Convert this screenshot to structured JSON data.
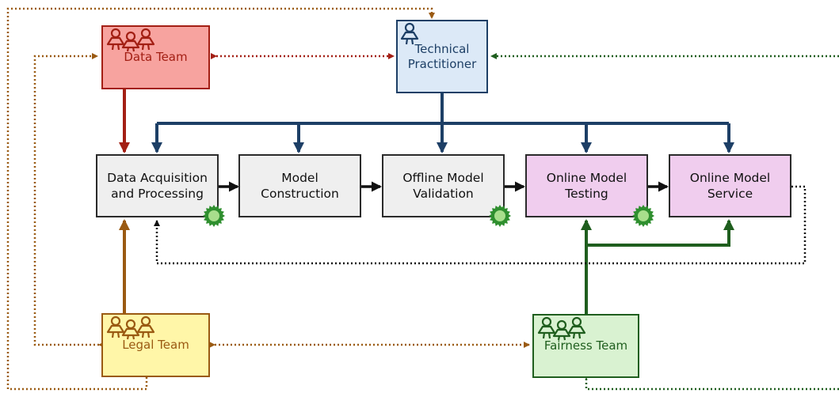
{
  "teams": {
    "data": {
      "label": "Data Team",
      "icon": "people-group-icon",
      "color": "#a31f14",
      "fill": "#f7a39f"
    },
    "technical": {
      "label1": "Technical",
      "label2": "Practitioner",
      "icon": "person-icon",
      "color": "#1d3f66",
      "fill": "#dce9f7"
    },
    "legal": {
      "label": "Legal Team",
      "icon": "people-group-icon",
      "color": "#9a5a12",
      "fill": "#fff6a8"
    },
    "fairness": {
      "label": "Fairness Team",
      "icon": "people-group-icon",
      "color": "#1f5e1e",
      "fill": "#d9f2d1"
    }
  },
  "stages": [
    {
      "line1": "Data Acquisition",
      "line2": "and Processing",
      "marker": true
    },
    {
      "line1": "Model",
      "line2": "Construction",
      "marker": false
    },
    {
      "line1": "Offline Model",
      "line2": "Validation",
      "marker": true
    },
    {
      "line1": "Online Model",
      "line2": "Testing",
      "marker": true
    },
    {
      "line1": "Online Model",
      "line2": "Service",
      "marker": false
    }
  ],
  "colors": {
    "stage_fill": "#efefef",
    "online_fill": "#f0cdee",
    "marker_fill": "#2f8f2f",
    "marker_center": "#a8de8c",
    "feedback_line": "#111111"
  }
}
